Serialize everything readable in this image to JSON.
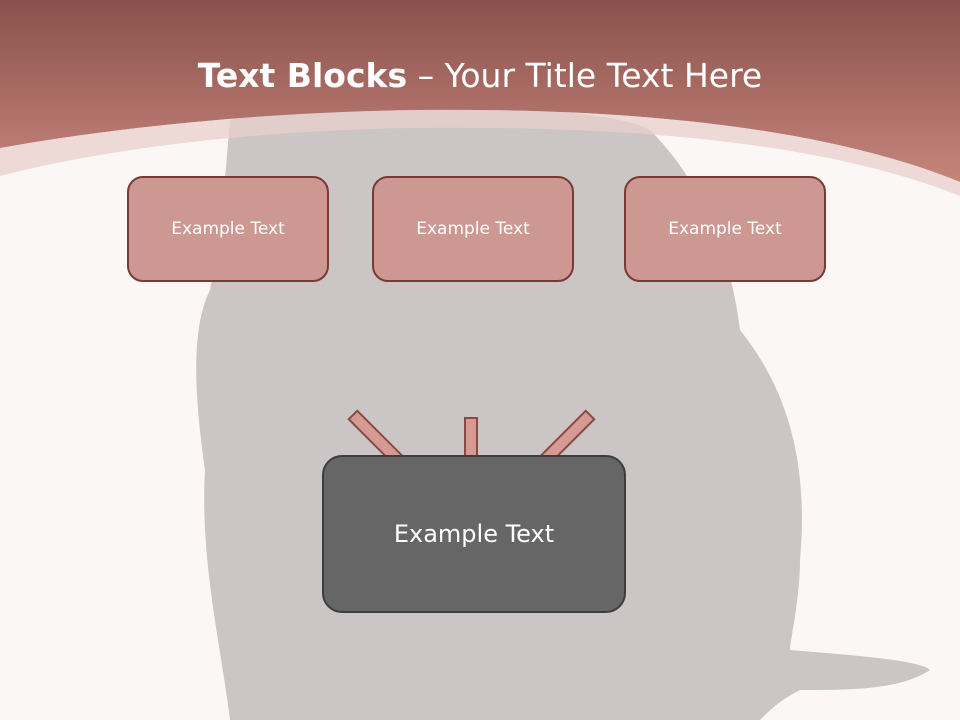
{
  "slide": {
    "title_bold": "Text Blocks",
    "title_separator": " – ",
    "title_rest": "Your Title Text Here"
  },
  "boxes": {
    "left": "Example Text",
    "center": "Example Text",
    "right": "Example Text",
    "bottom": "Example Text"
  },
  "colors": {
    "header_top": "#8a514c",
    "header_bottom": "#c5857b",
    "box_fill": "#cc9891",
    "box_border": "#7a3a34",
    "arrow_fill": "#d59a92",
    "arrow_stroke": "#8a4a44",
    "dark_box_fill": "#666666",
    "background": "#fbf7f6"
  },
  "icons": {
    "background_image": "dog-silhouette-icon",
    "arrows": "arrow-down-icon"
  }
}
